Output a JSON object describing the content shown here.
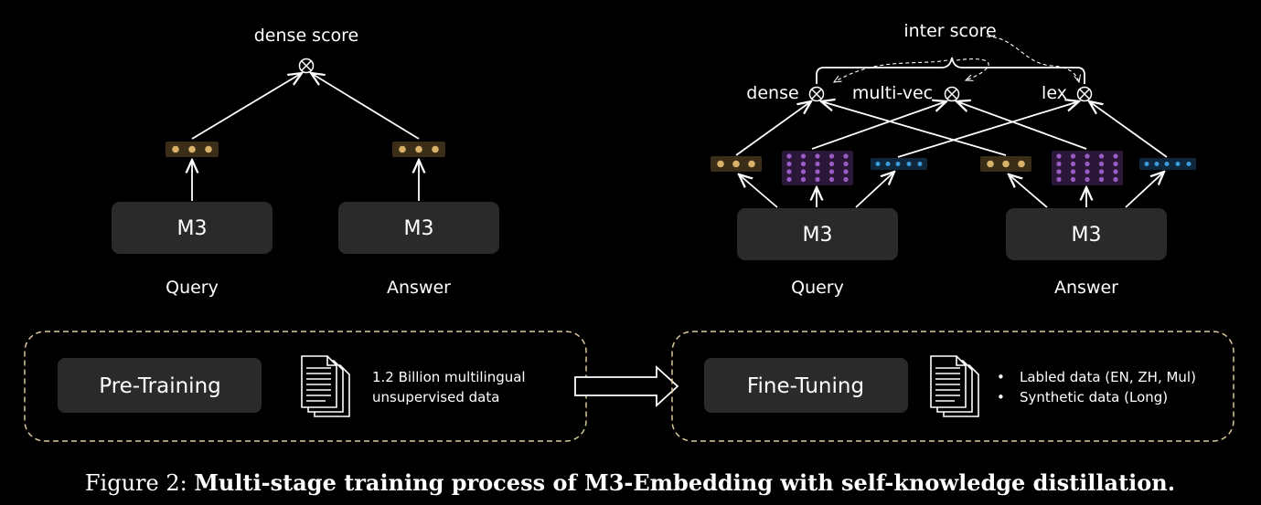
{
  "left_diagram": {
    "score_label": "dense score",
    "query_encoder": "M3",
    "answer_encoder": "M3",
    "query_label": "Query",
    "answer_label": "Answer"
  },
  "right_diagram": {
    "inter_score_label": "inter score",
    "dense_label": "dense",
    "multivec_label": "multi-vec",
    "lex_label": "lex",
    "query_encoder": "M3",
    "answer_encoder": "M3",
    "query_label": "Query",
    "answer_label": "Answer"
  },
  "pretraining": {
    "title": "Pre-Training",
    "data_lines": [
      "1.2 Billion multilingual",
      "unsupervised data"
    ]
  },
  "finetuning": {
    "title": "Fine-Tuning",
    "bullets": [
      "Labled data (EN, ZH, Mul)",
      "Synthetic data (Long)"
    ]
  },
  "caption": {
    "prefix": "Figure 2: ",
    "text": "Multi-stage training process of M3-Embedding with self-knowledge distillation."
  },
  "colors": {
    "background": "#000000",
    "box": "#2a2a2a",
    "dense_dot": "#d9b26a",
    "dense_bg": "#3a2e18",
    "multivec_dot": "#9b5cc8",
    "multivec_bg": "#2b1838",
    "lex_dot": "#3a9ad9",
    "lex_bg": "#10263a",
    "dashed_border": "#d8c79a"
  }
}
